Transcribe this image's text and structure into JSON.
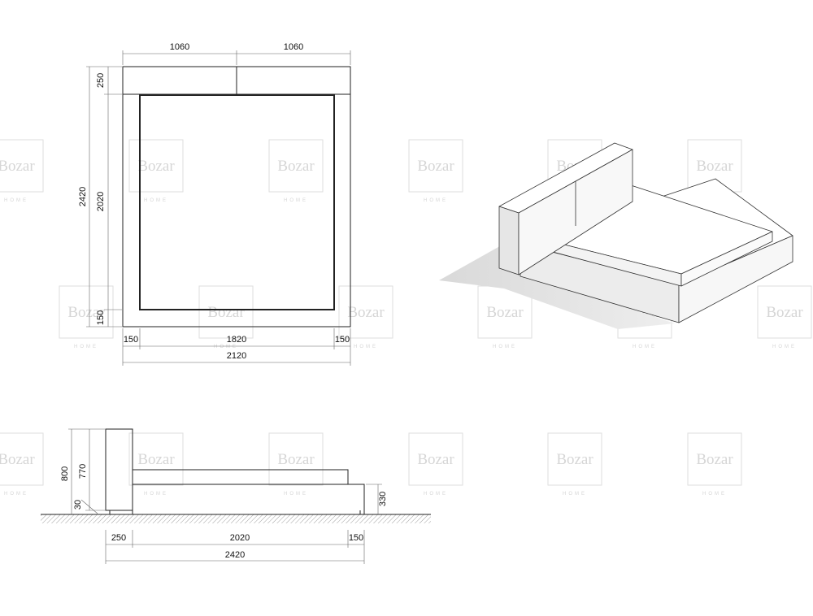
{
  "watermark": {
    "brand": "Bozar",
    "sub": "HOME"
  },
  "plan": {
    "top_left": "1060",
    "top_right": "1060",
    "left_headboard": "250",
    "left_inner": "2020",
    "left_foot": "150",
    "left_total": "2420",
    "bottom_left": "150",
    "bottom_mid": "1820",
    "bottom_right": "150",
    "bottom_total": "2120"
  },
  "side": {
    "height_total": "800",
    "height_headboard": "770",
    "height_gap": "30",
    "height_base": "330",
    "bottom_left": "250",
    "bottom_mid": "2020",
    "bottom_right": "150",
    "bottom_total": "2420"
  }
}
